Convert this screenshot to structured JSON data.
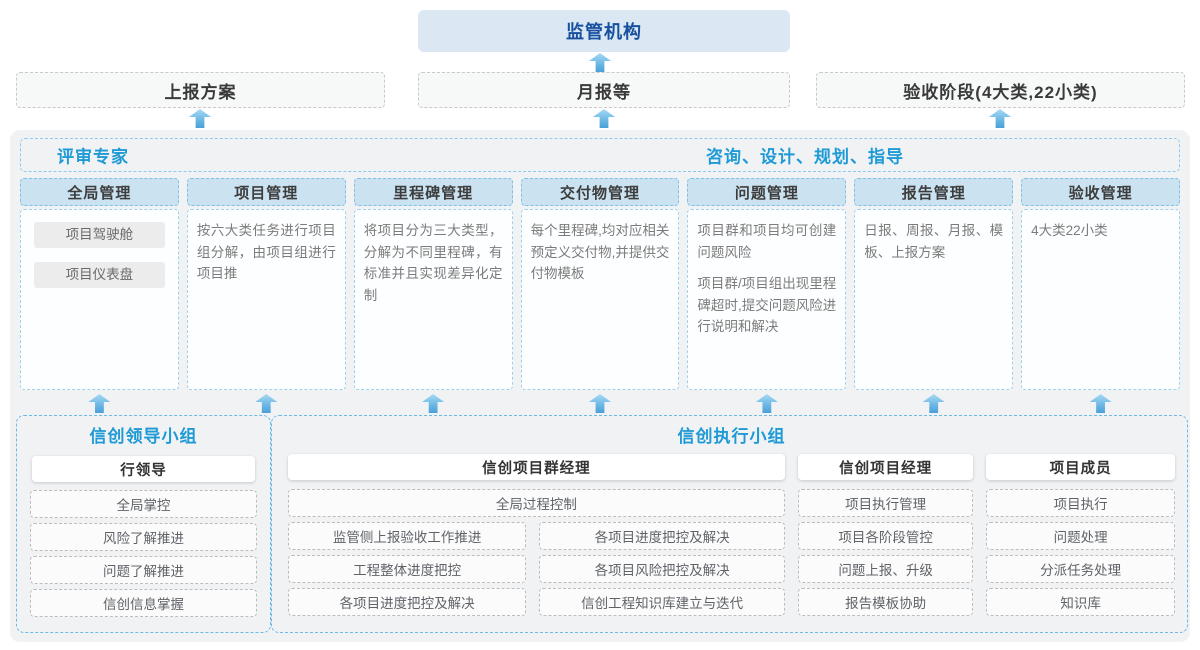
{
  "top": {
    "regulator": "监管机构"
  },
  "row2": {
    "items": [
      "上报方案",
      "月报等",
      "验收阶段(4大类,22小类)"
    ]
  },
  "experts": {
    "left": "评审专家",
    "right": "咨询、设计、规划、指导"
  },
  "accent_colors": {
    "title_blue": "#1e9ad6",
    "regulator_blue": "#17509e",
    "header_fill": "#cbe3f1",
    "arrow_blue": "#4a9fd8",
    "panel_gray": "#f1f2f3"
  },
  "columns": [
    {
      "title": "全局管理",
      "chips": [
        "项目驾驶舱",
        "项目仪表盘"
      ]
    },
    {
      "title": "项目管理",
      "paragraphs": [
        "按六大类任务进行项目组分解，由项目组进行项目推"
      ]
    },
    {
      "title": "里程碑管理",
      "paragraphs": [
        "将项目分为三大类型，分解为不同里程碑，有标准并且实现差异化定制"
      ]
    },
    {
      "title": "交付物管理",
      "paragraphs": [
        "每个里程碑,均对应相关预定义交付物,并提供交付物模板"
      ]
    },
    {
      "title": "问题管理",
      "paragraphs": [
        "项目群和项目均可创建问题风险",
        "项目群/项目组出现里程碑超时,提交问题风险进行说明和解决"
      ]
    },
    {
      "title": "报告管理",
      "paragraphs": [
        "日报、周报、月报、模板、上报方案"
      ]
    },
    {
      "title": "验收管理",
      "paragraphs": [
        "4大类22小类"
      ]
    }
  ],
  "leader_group": {
    "title": "信创领导小组",
    "role": "行领导",
    "items": [
      "全局掌控",
      "风险了解推进",
      "问题了解推进",
      "信创信息掌握"
    ]
  },
  "exec_group": {
    "title": "信创执行小组",
    "pm_group": {
      "role": "信创项目群经理",
      "full_item": "全局过程控制",
      "left_items": [
        "监管侧上报验收工作推进",
        "工程整体进度把控",
        "各项目进度把控及解决"
      ],
      "right_items": [
        "各项目进度把控及解决",
        "各项目风险把控及解决",
        "信创工程知识库建立与迭代"
      ]
    },
    "pm": {
      "role": "信创项目经理",
      "items": [
        "项目执行管理",
        "项目各阶段管控",
        "问题上报、升级",
        "报告模板协助"
      ]
    },
    "member": {
      "role": "项目成员",
      "items": [
        "项目执行",
        "问题处理",
        "分派任务处理",
        "知识库"
      ]
    }
  }
}
